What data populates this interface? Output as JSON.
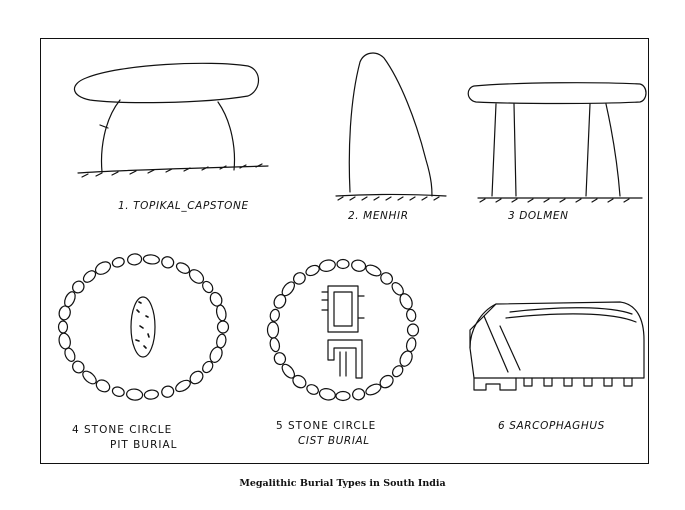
{
  "labels": {
    "l1": "1. TOPIKAL_CAPSTONE",
    "l2": "2. MENHIR",
    "l3": "3 DOLMEN",
    "l4a": "4 STONE CIRCLE",
    "l4b": "PIT BURIAL",
    "l5a": "5 STONE CIRCLE",
    "l5b": "CIST BURIAL",
    "l6": "6 SARCOPHAGHUS"
  },
  "caption": "Megalithic Burial Types in South India",
  "colors": {
    "ink": "#111111",
    "paper": "#ffffff"
  }
}
